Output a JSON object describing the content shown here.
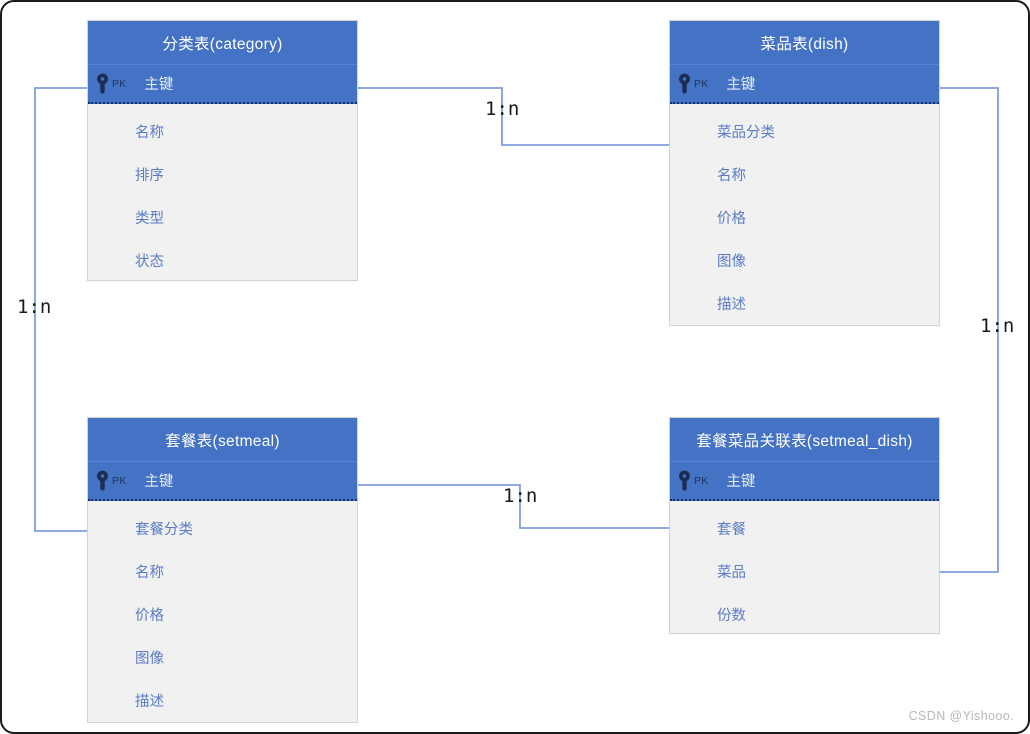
{
  "diagram": {
    "type": "entity-relationship-diagram",
    "line_color": "#7f9fdb",
    "header_color": "#4472c4",
    "body_color": "#f1f1f1",
    "field_text_color": "#5a7cc4",
    "pk_badge": "PK"
  },
  "entities": [
    {
      "id": "category",
      "title": "分类表(category)",
      "primary_key": "主键",
      "fields": [
        "名称",
        "排序",
        "类型",
        "状态"
      ]
    },
    {
      "id": "dish",
      "title": "菜品表(dish)",
      "primary_key": "主键",
      "fields": [
        "菜品分类",
        "名称",
        "价格",
        "图像",
        "描述"
      ]
    },
    {
      "id": "setmeal",
      "title": "套餐表(setmeal)",
      "primary_key": "主键",
      "fields": [
        "套餐分类",
        "名称",
        "价格",
        "图像",
        "描述"
      ]
    },
    {
      "id": "setmeal_dish",
      "title": "套餐菜品关联表(setmeal_dish)",
      "primary_key": "主键",
      "fields": [
        "套餐",
        "菜品",
        "份数"
      ]
    }
  ],
  "relationships": [
    {
      "id": "category-dish",
      "label": "1:n",
      "from": "category.主键",
      "to": "dish.菜品分类"
    },
    {
      "id": "category-setmeal",
      "label": "1:n",
      "from": "category.主键",
      "to": "setmeal.套餐分类"
    },
    {
      "id": "setmeal-setmeal_dish",
      "label": "1:n",
      "from": "setmeal.主键",
      "to": "setmeal_dish.套餐"
    },
    {
      "id": "dish-setmeal_dish",
      "label": "1:n",
      "from": "dish.主键",
      "to": "setmeal_dish.菜品"
    }
  ],
  "watermark": "CSDN @Yishooo."
}
